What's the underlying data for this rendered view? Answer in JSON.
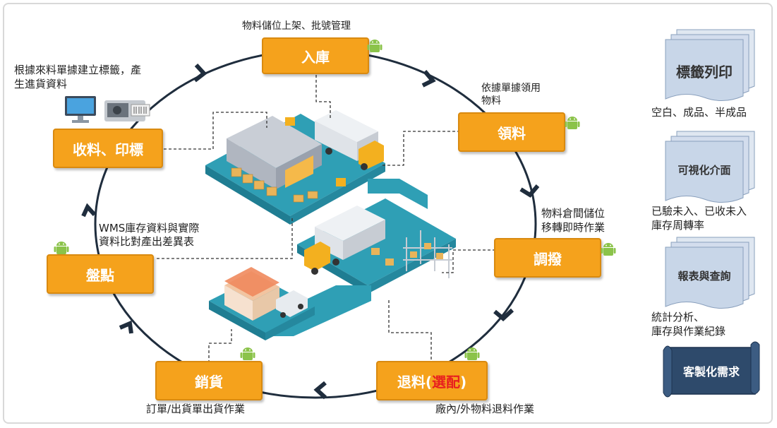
{
  "colors": {
    "station_fill": "#f5a21c",
    "station_border": "#d98a10",
    "cycle_line": "#1f2d3d",
    "highlight_text": "#e8201f",
    "android_green": "#8bc34a",
    "doc_fill": "#c8d6e8",
    "custom_fill": "#2e4a6b"
  },
  "stations": {
    "inbound": {
      "label": "入庫",
      "caption": "物料儲位上架、批號管理",
      "icon": "android-icon"
    },
    "issue": {
      "label": "領料",
      "caption": [
        "依據單據領用",
        "物料"
      ],
      "icon": "android-icon"
    },
    "transfer": {
      "label": "調撥",
      "caption": [
        "物料倉間儲位",
        "移轉即時作業"
      ],
      "icon": "android-icon"
    },
    "return": {
      "label_prefix": "退料(",
      "label_highlight": "選配",
      "label_suffix": ")",
      "caption": "廠內/外物料退料作業",
      "icon": "android-icon"
    },
    "sales": {
      "label": "銷貨",
      "caption": "訂單/出貨單出貨作業",
      "icon": "android-icon"
    },
    "stocktake": {
      "label": "盤點",
      "caption": [
        "WMS庫存資料與實際",
        "資料比對產出差異表"
      ],
      "icon": "android-icon"
    },
    "receiving": {
      "label": "收料、印標",
      "caption": [
        "根據來料單據建立標籤，產",
        "生進貨資料"
      ],
      "icons": [
        "computer-icon",
        "label-printer-icon"
      ]
    }
  },
  "side_panel": {
    "label_print": {
      "doc": "標籤列印",
      "caption": "空白、成品、半成品"
    },
    "visual_ui": {
      "doc": "可視化介面",
      "caption": [
        "已驗未入、已收未入",
        "庫存周轉率"
      ]
    },
    "reports": {
      "doc": "報表與查詢",
      "caption": [
        "統計分析、",
        "庫存與作業紀錄"
      ]
    },
    "custom": {
      "label": "客製化需求",
      "icon": "scroll-icon"
    }
  },
  "illustration": {
    "icon": "isometric-warehouse-illustration"
  }
}
